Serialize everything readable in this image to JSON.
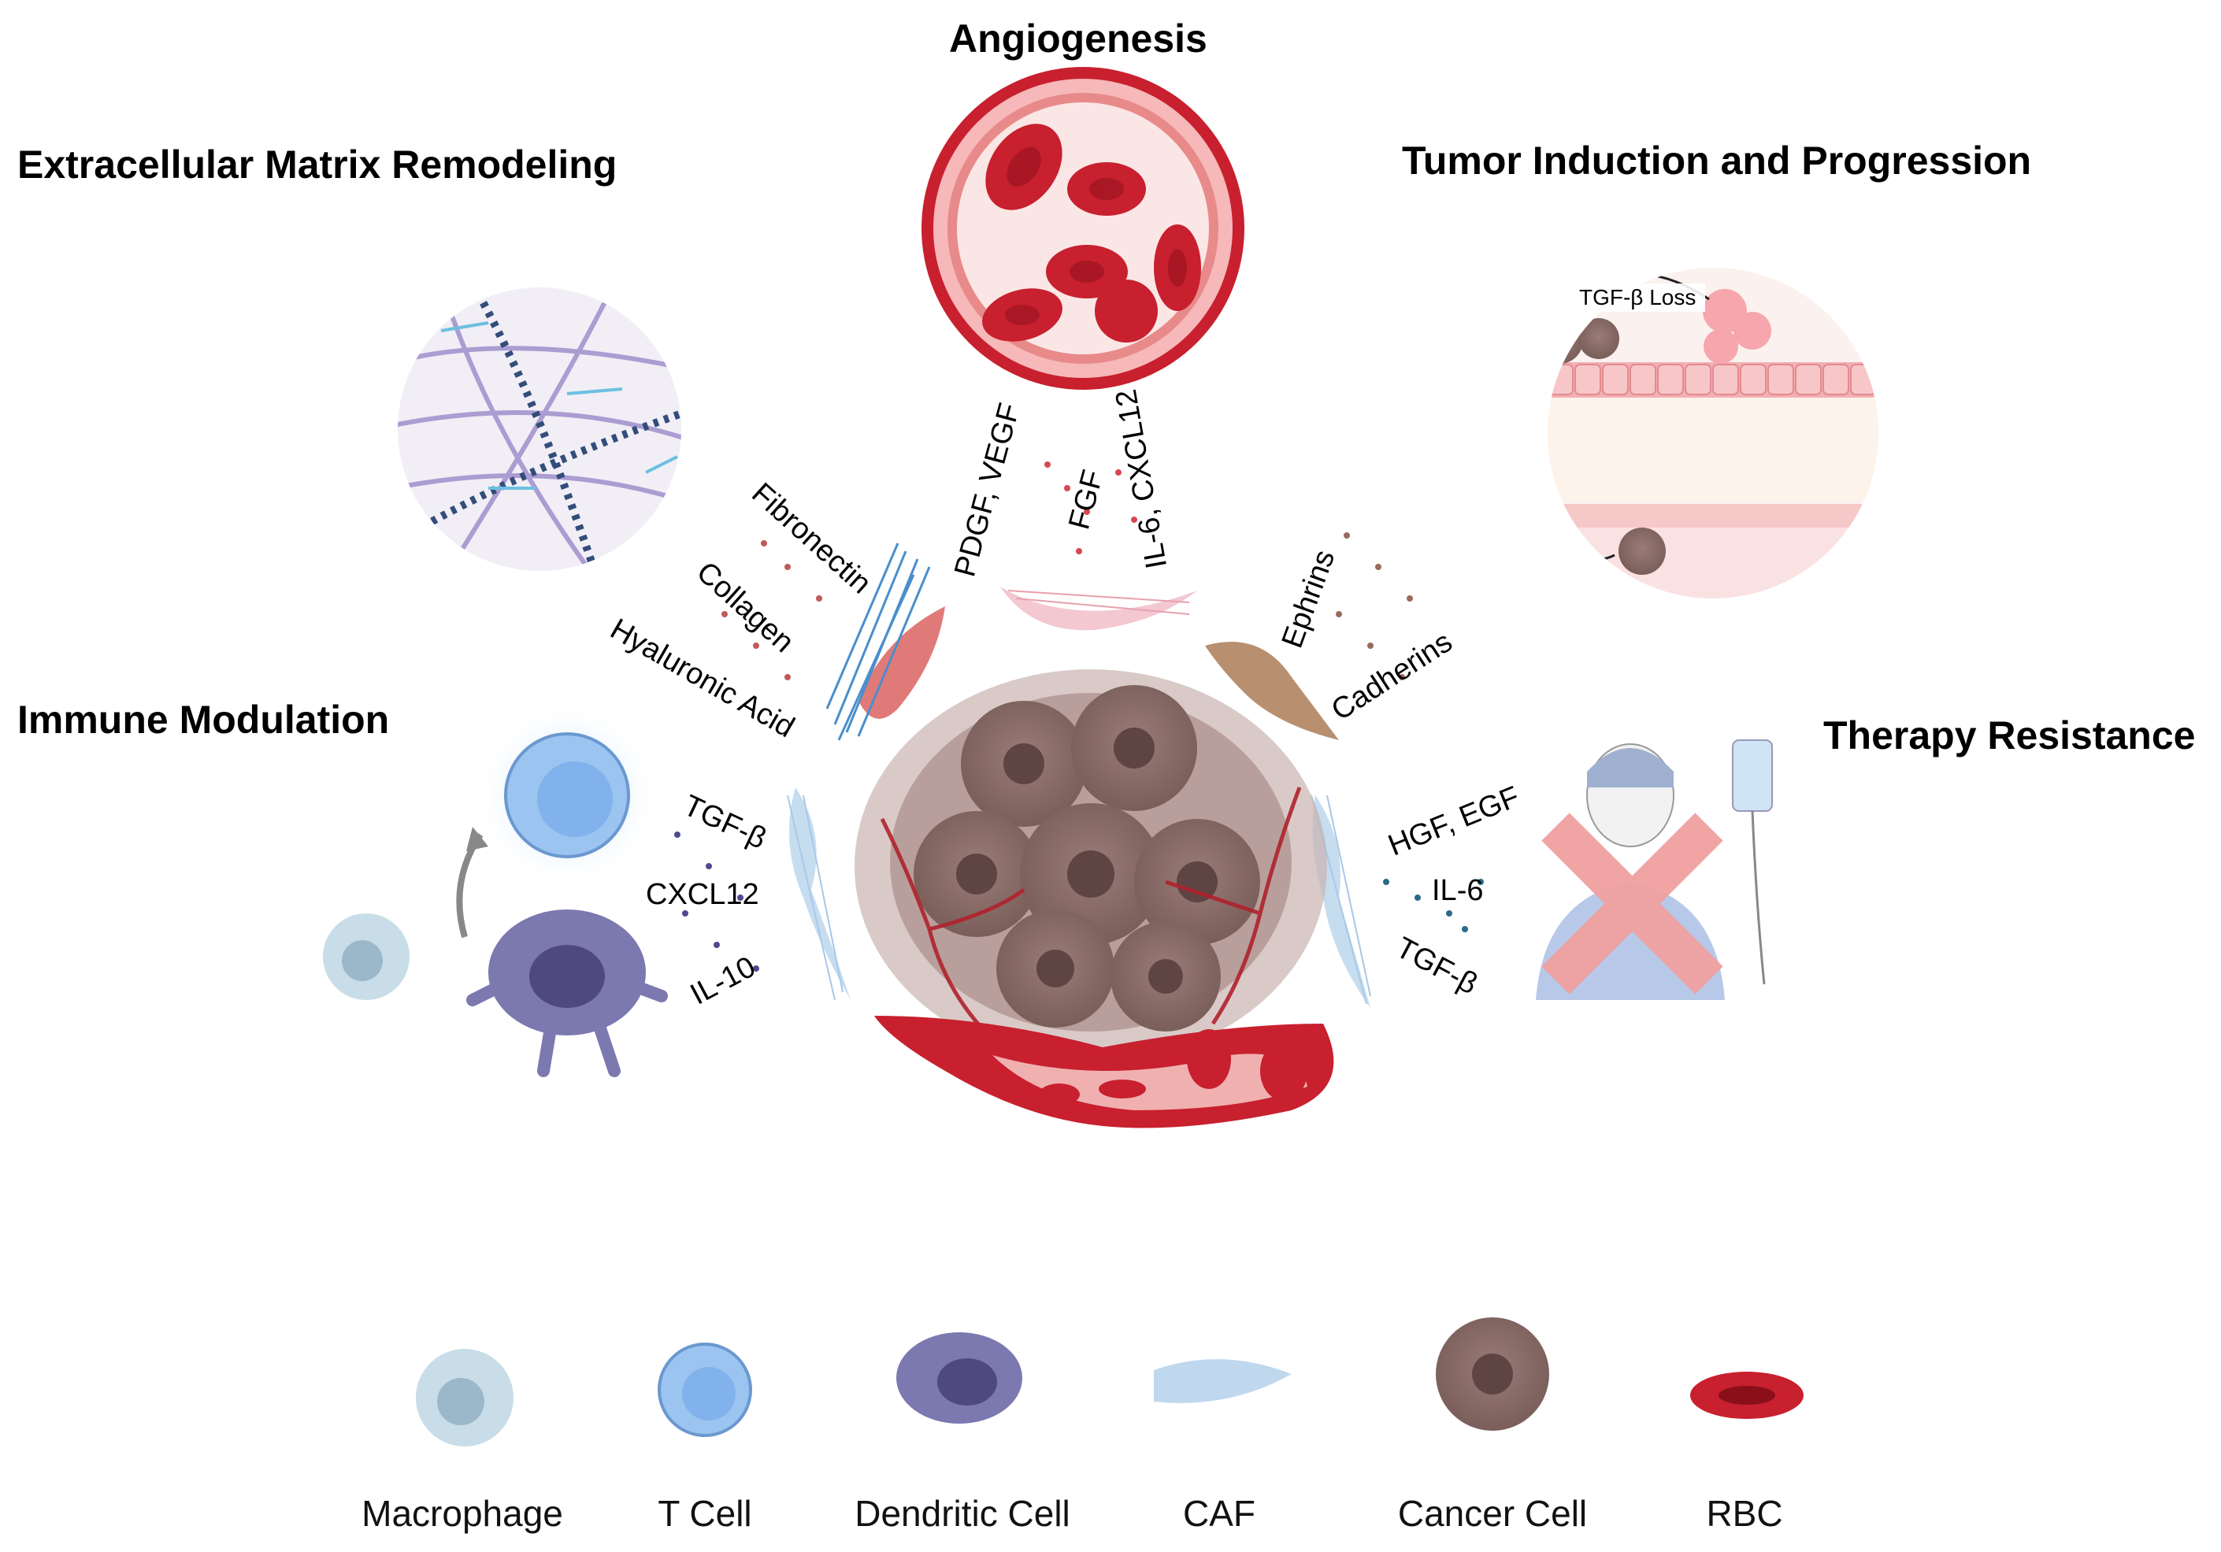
{
  "titles": {
    "angiogenesis": "Angiogenesis",
    "ecm": "Extracellular Matrix Remodeling",
    "tumor": "Tumor Induction and Progression",
    "immune": "Immune Modulation",
    "therapy": "Therapy Resistance"
  },
  "labels": {
    "pdgf_vegf": "PDGF, VEGF",
    "fgf": "FGF",
    "il6_cxcl12": "IL-6, CXCL12",
    "fibronectin": "Fibronectin",
    "collagen": "Collagen",
    "hyaluronic": "Hyaluronic Acid",
    "ephrins": "Ephrins",
    "cadherins": "Cadherins",
    "tgfb_loss": "TGF-β Loss",
    "tgfb_left": "TGF-β",
    "cxcl12": "CXCL12",
    "il10": "IL-10",
    "hgf_egf": "HGF, EGF",
    "il6": "IL-6",
    "tgfb_right": "TGF-β"
  },
  "legend": [
    "Macrophage",
    "T Cell",
    "Dendritic Cell",
    "CAF",
    "Cancer Cell",
    "RBC"
  ],
  "colors": {
    "rbc": "#c8202e",
    "cancer": "#8a6a66",
    "tcell": "#9cc4f0",
    "dendritic": "#7c78b0",
    "caf_blue": "#b8d4ec",
    "caf_red": "#e07a78",
    "caf_pink": "#f2c2cc",
    "caf_tan": "#b89070",
    "cross": "#f0a0a0"
  }
}
